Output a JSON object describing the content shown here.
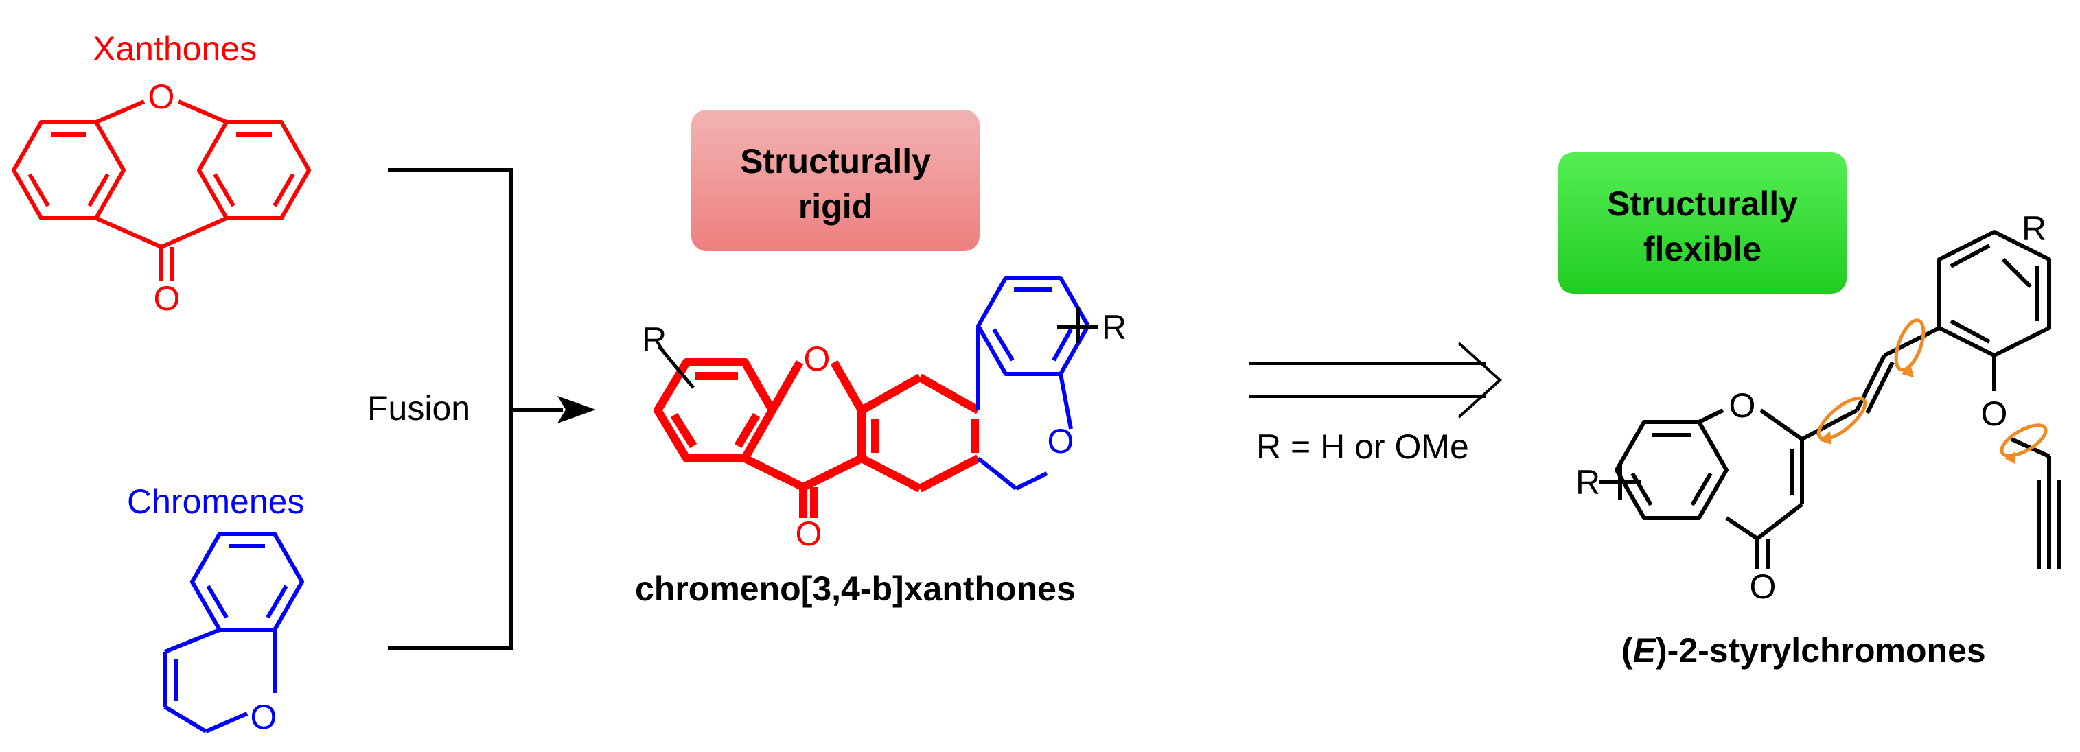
{
  "xanthones": {
    "label": "Xanthones",
    "color": "#ff0000",
    "atom_o_ring": "O",
    "atom_o_carbonyl": "O"
  },
  "chromenes": {
    "label": "Chromenes",
    "color": "#0000ff",
    "atom_o": "O"
  },
  "fusion_label": "Fusion",
  "rigid_box": {
    "line1": "Structurally",
    "line2": "rigid",
    "color": "#f08080"
  },
  "flexible_box": {
    "line1": "Structurally",
    "line2": "flexible",
    "color": "#22dd22"
  },
  "chromenoxanthone": {
    "name": "chromeno[3,4-b]xanthones",
    "r_left": "R",
    "r_right": "R",
    "o_xanthone": "O",
    "o_chromene": "O",
    "o_carbonyl": "O"
  },
  "condition": "R = H or OMe",
  "styrylchromone": {
    "name_prefix": "(",
    "name_italic": "E",
    "name_suffix": ")-2-styrylchromones",
    "r_left": "R",
    "r_top": "R",
    "o_ring": "O",
    "o_carbonyl": "O",
    "o_ether": "O",
    "arrow_color": "#f08a24"
  }
}
